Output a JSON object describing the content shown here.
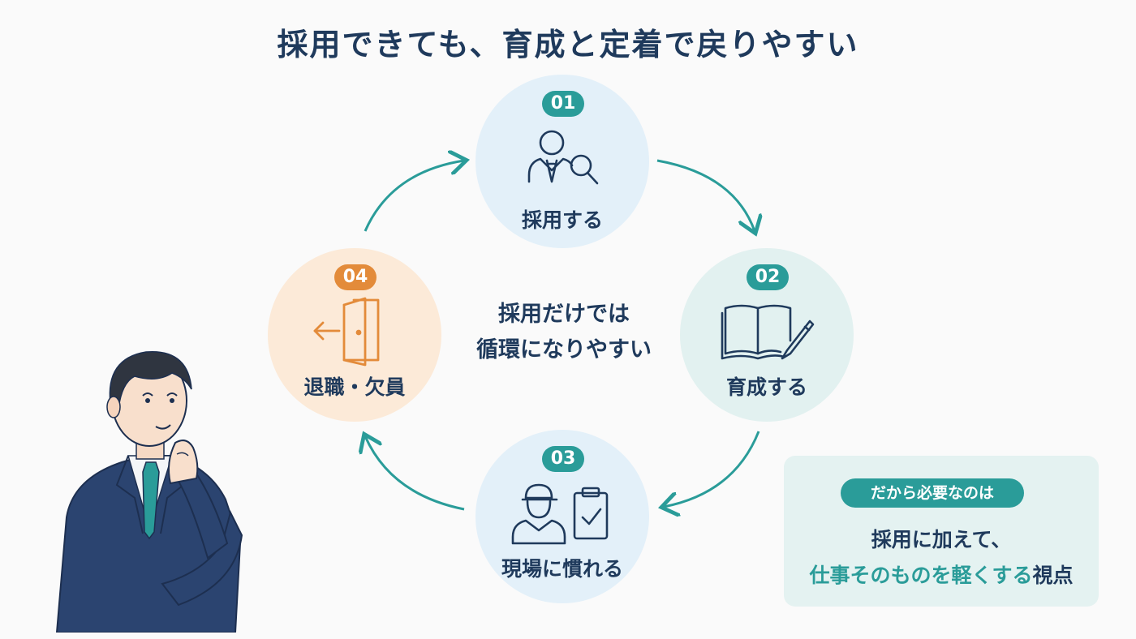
{
  "title": "採用できても、育成と定着で戻りやすい",
  "steps": [
    {
      "number": "01",
      "label": "採用する",
      "icon": "recruit-search-icon"
    },
    {
      "number": "02",
      "label": "育成する",
      "icon": "book-pencil-icon"
    },
    {
      "number": "03",
      "label": "現場に慣れる",
      "icon": "worker-clipboard-icon"
    },
    {
      "number": "04",
      "label": "退職・欠員",
      "icon": "exit-door-icon"
    }
  ],
  "center": {
    "line1": "採用だけでは",
    "line2": "循環になりやすい"
  },
  "callout": {
    "pill": "だから必要なのは",
    "line1": "採用に加えて、",
    "highlight": "仕事そのものを軽くする",
    "suffix": "視点"
  },
  "colors": {
    "navy": "#1f3a5c",
    "teal": "#2a9c99",
    "orange": "#e38b3a",
    "blue_circle": "#e3f0f9",
    "green_circle": "#e2f1f0",
    "orange_circle": "#fcead8"
  }
}
